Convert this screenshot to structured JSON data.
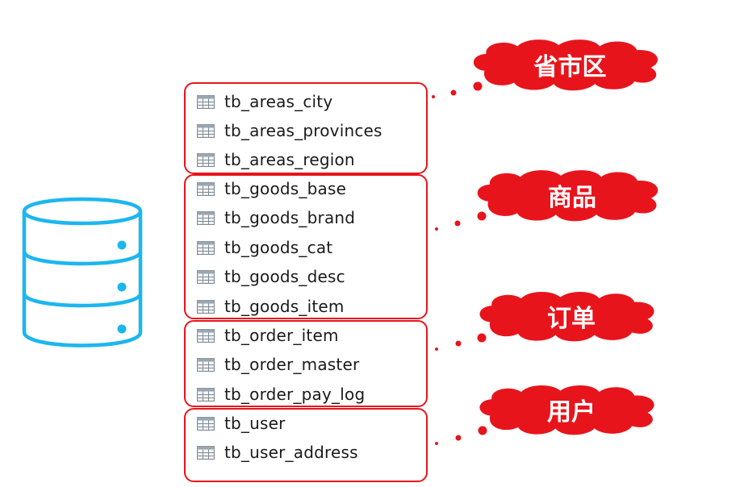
{
  "groups": [
    {
      "category": "省市区",
      "tables": [
        "tb_areas_city",
        "tb_areas_provinces",
        "tb_areas_region"
      ]
    },
    {
      "category": "商品",
      "tables": [
        "tb_goods_base",
        "tb_goods_brand",
        "tb_goods_cat",
        "tb_goods_desc",
        "tb_goods_item"
      ]
    },
    {
      "category": "订单",
      "tables": [
        "tb_order_item",
        "tb_order_master",
        "tb_order_pay_log"
      ]
    },
    {
      "category": "用户",
      "tables": [
        "tb_user",
        "tb_user_address"
      ]
    }
  ],
  "colors": {
    "accent": "#e8141c",
    "database": "#1cb6f0",
    "text": "#1a1a1a",
    "icon": "#7f8a94"
  },
  "icons": {
    "database": "database-icon",
    "table": "table-icon",
    "cloud": "cloud-callout-icon"
  }
}
